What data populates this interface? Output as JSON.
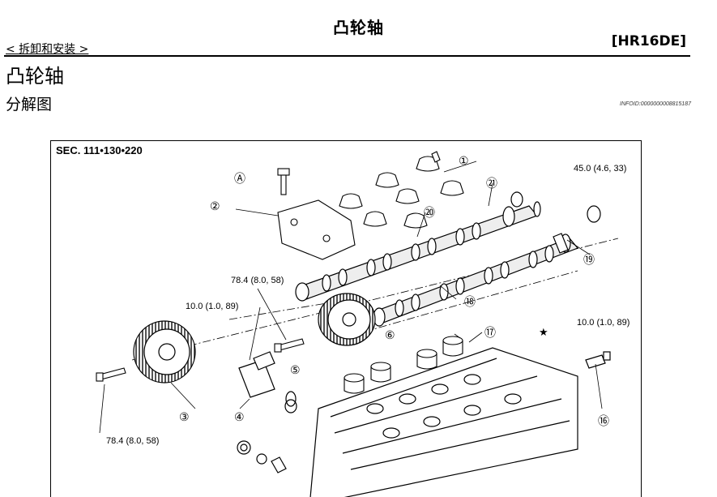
{
  "header": {
    "title": "凸轮轴",
    "breadcrumb": "< 拆卸和安装 >",
    "engine_code": "[HR16DE]"
  },
  "section": {
    "title": "凸轮轴",
    "subtitle": "分解图",
    "infoid": "INFOID:0000000008815187"
  },
  "diagram": {
    "sec_label": "SEC. 111•130•220",
    "callouts": [
      {
        "id": "1",
        "symbol": "①"
      },
      {
        "id": "2",
        "symbol": "②"
      },
      {
        "id": "3",
        "symbol": "③"
      },
      {
        "id": "4",
        "symbol": "④"
      },
      {
        "id": "5",
        "symbol": "⑤"
      },
      {
        "id": "6",
        "symbol": "⑥"
      },
      {
        "id": "16",
        "symbol": "⑯"
      },
      {
        "id": "17",
        "symbol": "⑰"
      },
      {
        "id": "18",
        "symbol": "⑱"
      },
      {
        "id": "19",
        "symbol": "⑲"
      },
      {
        "id": "20",
        "symbol": "⑳"
      },
      {
        "id": "21",
        "symbol": "㉑"
      },
      {
        "id": "A",
        "symbol": "Ⓐ"
      }
    ],
    "torques": [
      {
        "id": "t1",
        "text": "45.0 (4.6, 33)"
      },
      {
        "id": "t2",
        "text": "78.4 (8.0, 58)"
      },
      {
        "id": "t3",
        "text": "10.0 (1.0, 89)"
      },
      {
        "id": "t4",
        "text": "10.0 (1.0, 89)"
      },
      {
        "id": "t5",
        "text": "78.4 (8.0, 58)"
      }
    ],
    "star": "★"
  }
}
